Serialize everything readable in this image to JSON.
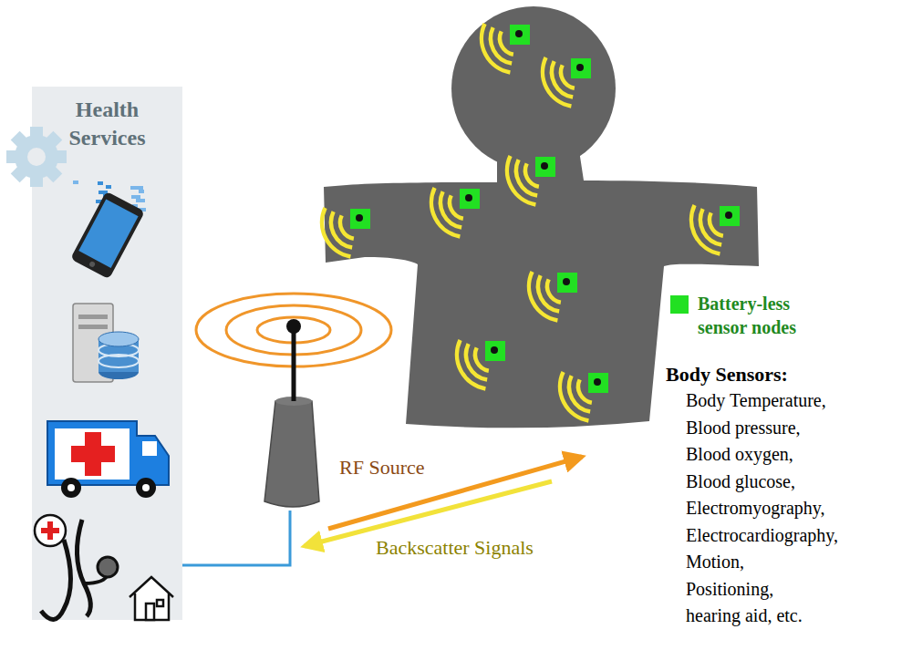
{
  "diagram": {
    "nodes": [
      {
        "text": [
          "Health Services"
        ]
      }
    ],
    "labels": [
      "RF Source",
      "Backscatter Signals",
      "Body Sensors:",
      "Body Temperature,",
      "Blood pressure,",
      "Blood oxygen,",
      "Blood glucose,",
      "Electromyography,",
      "Electrocardiography,",
      "Motion,",
      "Positioning,",
      "hearing aid, etc."
    ],
    "legend": [
      {
        "text": "Battery-less sensor nodes",
        "color": "#22e022"
      }
    ]
  }
}
